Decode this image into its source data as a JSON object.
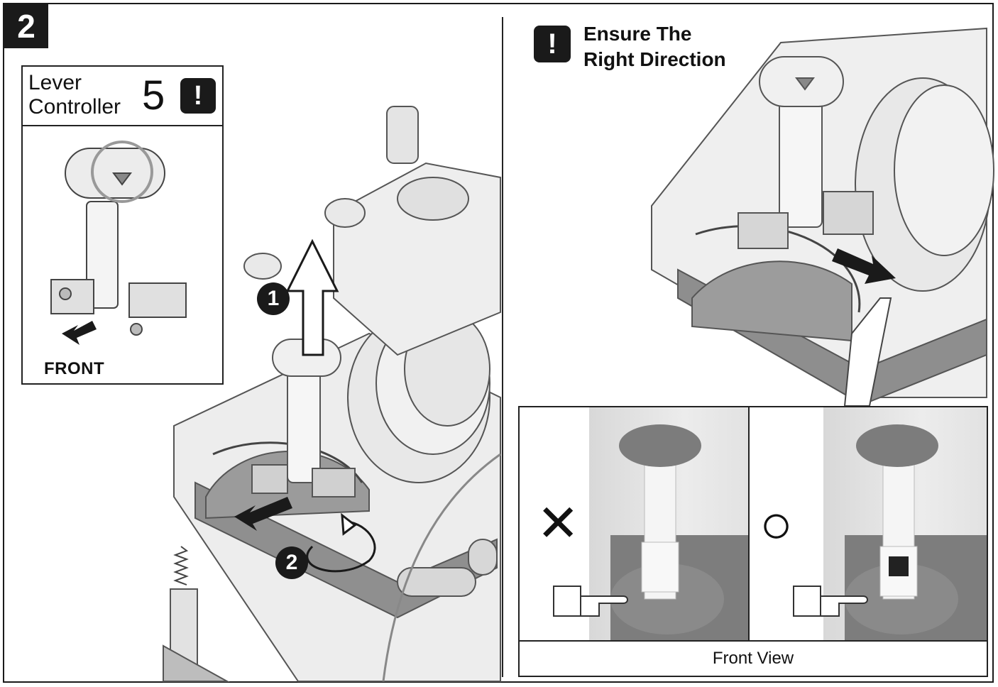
{
  "step": {
    "number": "2"
  },
  "callout": {
    "label_line1": "Lever",
    "label_line2": "Controller",
    "number": "5",
    "warning_glyph": "!",
    "front_label": "FRONT"
  },
  "main": {
    "step1_marker": "1",
    "step2_marker": "2"
  },
  "ensure": {
    "warning_glyph": "!",
    "title_line1": "Ensure The",
    "title_line2": "Right Direction"
  },
  "comparison": {
    "wrong_mark": "✕",
    "right_mark": "○",
    "caption": "Front View"
  },
  "colors": {
    "ink": "#1a1a1a",
    "part_light": "#e6e6e6",
    "part_mid": "#9a9a9a",
    "part_dark": "#6f6f6f"
  }
}
